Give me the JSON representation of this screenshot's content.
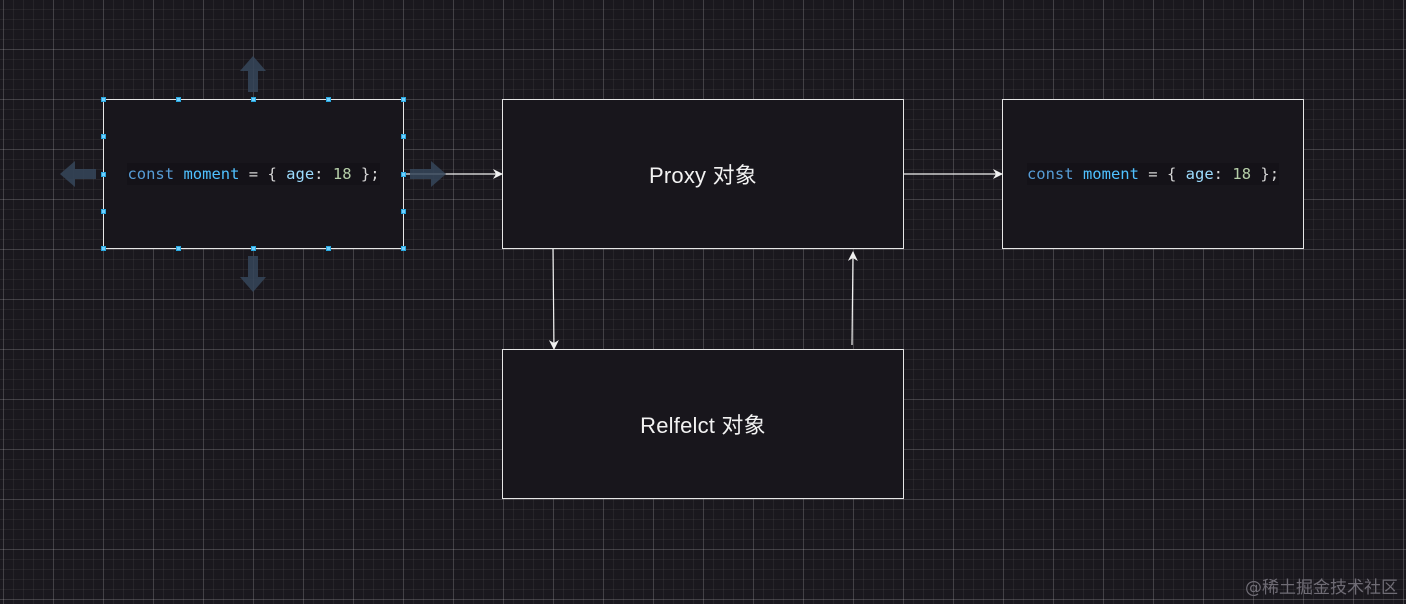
{
  "diagram": {
    "source_code": {
      "keyword": "const",
      "name": "moment",
      "equals": "=",
      "open_brace": "{",
      "prop": "age",
      "colon": ":",
      "value": "18",
      "close": "};"
    },
    "proxy_label": "Proxy 对象",
    "reflect_label": "Relfelct 对象",
    "target_code": {
      "keyword": "const",
      "name": "moment",
      "equals": "=",
      "open_brace": "{",
      "prop": "age",
      "colon": ":",
      "value": "18",
      "close": "};"
    }
  },
  "colors": {
    "background": "#1a181e",
    "box_border": "#e6e6e6",
    "selection_handle": "#29a8e0",
    "keyword": "#569cd6",
    "variable": "#4fc1ff",
    "property": "#9cdcfe",
    "number": "#b5cea8"
  },
  "icons": [
    "arrow-up-icon",
    "arrow-down-icon",
    "arrow-left-icon",
    "arrow-right-icon"
  ],
  "watermark": "@稀土掘金技术社区"
}
